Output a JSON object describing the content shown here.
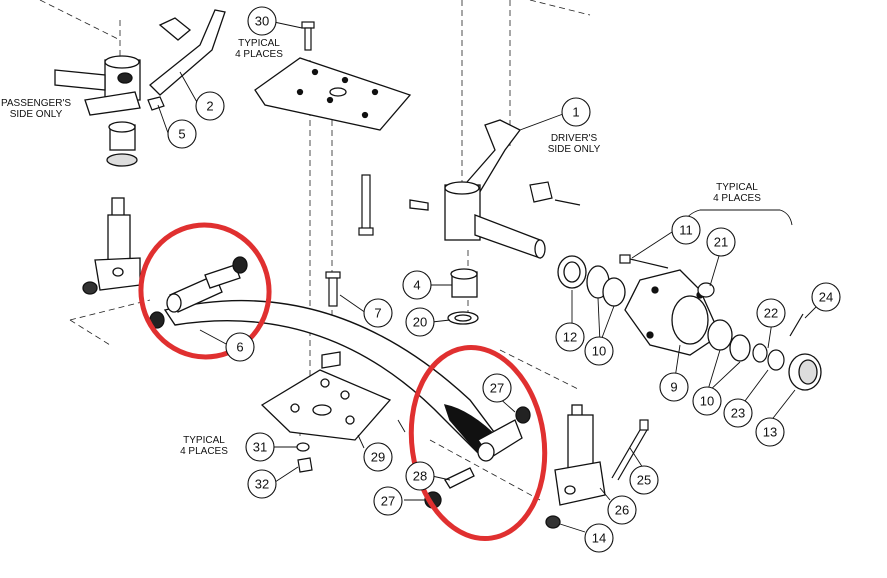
{
  "annotations": {
    "passenger_side": [
      "PASSENGER'S",
      "SIDE ONLY"
    ],
    "driver_side": [
      "DRIVER'S",
      "SIDE ONLY"
    ],
    "typical_top": [
      "TYPICAL",
      "4 PLACES"
    ],
    "typical_right": [
      "TYPICAL",
      "4 PLACES"
    ],
    "typical_bottom": [
      "TYPICAL",
      "4 PLACES"
    ]
  },
  "callouts": {
    "c1": "1",
    "c2": "2",
    "c4": "4",
    "c5": "5",
    "c6": "6",
    "c7": "7",
    "c9": "9",
    "c10a": "10",
    "c10b": "10",
    "c11": "11",
    "c12": "12",
    "c13": "13",
    "c14": "14",
    "c20": "20",
    "c21": "21",
    "c22": "22",
    "c23": "23",
    "c24": "24",
    "c25": "25",
    "c26": "26",
    "c27a": "27",
    "c27b": "27",
    "c28": "28",
    "c29": "29",
    "c30": "30",
    "c31": "31",
    "c32": "32"
  },
  "highlight_color": "#e03030",
  "line_color": "#111111"
}
